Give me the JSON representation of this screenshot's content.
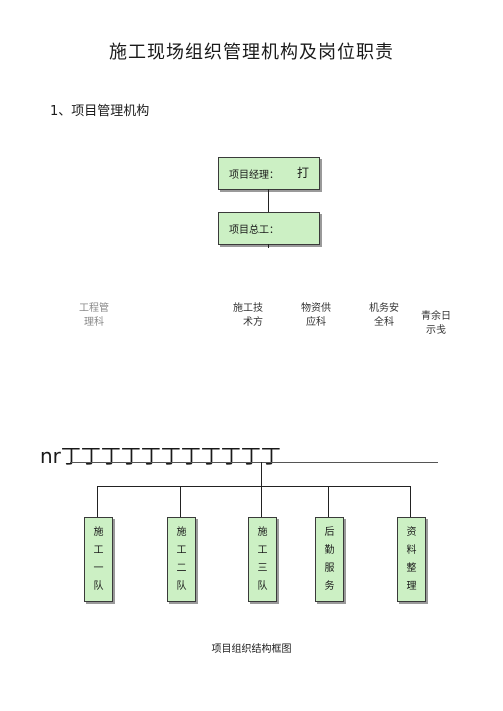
{
  "document": {
    "title": "施工现场组织管理机构及岗位职责",
    "section_heading": "1、项目管理机构"
  },
  "org_chart": {
    "project_manager": {
      "label": "项目经理：",
      "extra": "打"
    },
    "chief_engineer": {
      "label": "项目总工："
    },
    "departments": [
      {
        "line1": "工程管",
        "line2": "理科"
      },
      {
        "line1": "施工技",
        "line2": "术方"
      },
      {
        "line1": "物资供",
        "line2": "应科"
      },
      {
        "line1": "机务安",
        "line2": "全科"
      },
      {
        "line1": "青余日",
        "line2": "示戋"
      }
    ],
    "noise_text": "nr丁丁丁丁丁丁丁丁丁丁丁",
    "teams": [
      "施\n工\n一\n队",
      "施\n工\n二\n队",
      "施\n工\n三\n队",
      "后\n勤\n服\n务",
      "资\n料\n整\n理"
    ],
    "caption": "项目组织结构框图"
  },
  "colors": {
    "box_fill": "#ccf0c4",
    "box_border": "#3a3a3a"
  }
}
